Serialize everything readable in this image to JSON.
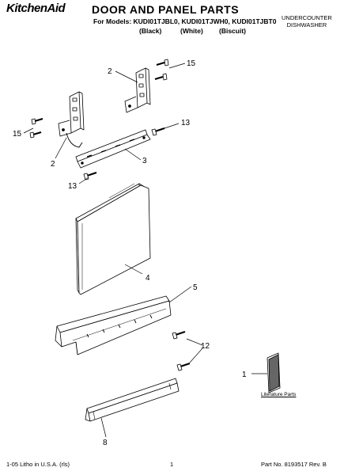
{
  "header": {
    "brand": "KitchenAid",
    "title": "DOOR AND PANEL PARTS",
    "models_line": "For Models: KUDI01TJBL0, KUDI01TJWH0, KUDI01TJBT0",
    "variants": [
      "(Black)",
      "(White)",
      "(Biscuit)"
    ],
    "category_line1": "UNDERCOUNTER",
    "category_line2": "DISHWASHER"
  },
  "callouts": {
    "c2_top": "2",
    "c15_top": "15",
    "c15_left": "15",
    "c2_left": "2",
    "c13_right": "13",
    "c3": "3",
    "c13_left": "13",
    "c4": "4",
    "c5": "5",
    "c12": "12",
    "c1": "1",
    "c8": "8"
  },
  "literature": {
    "label": "Literature Parts"
  },
  "footer": {
    "left": "1-05 Litho in U.S.A. (rls)",
    "center": "1",
    "right": "Part No. 8193517 Rev. B"
  }
}
